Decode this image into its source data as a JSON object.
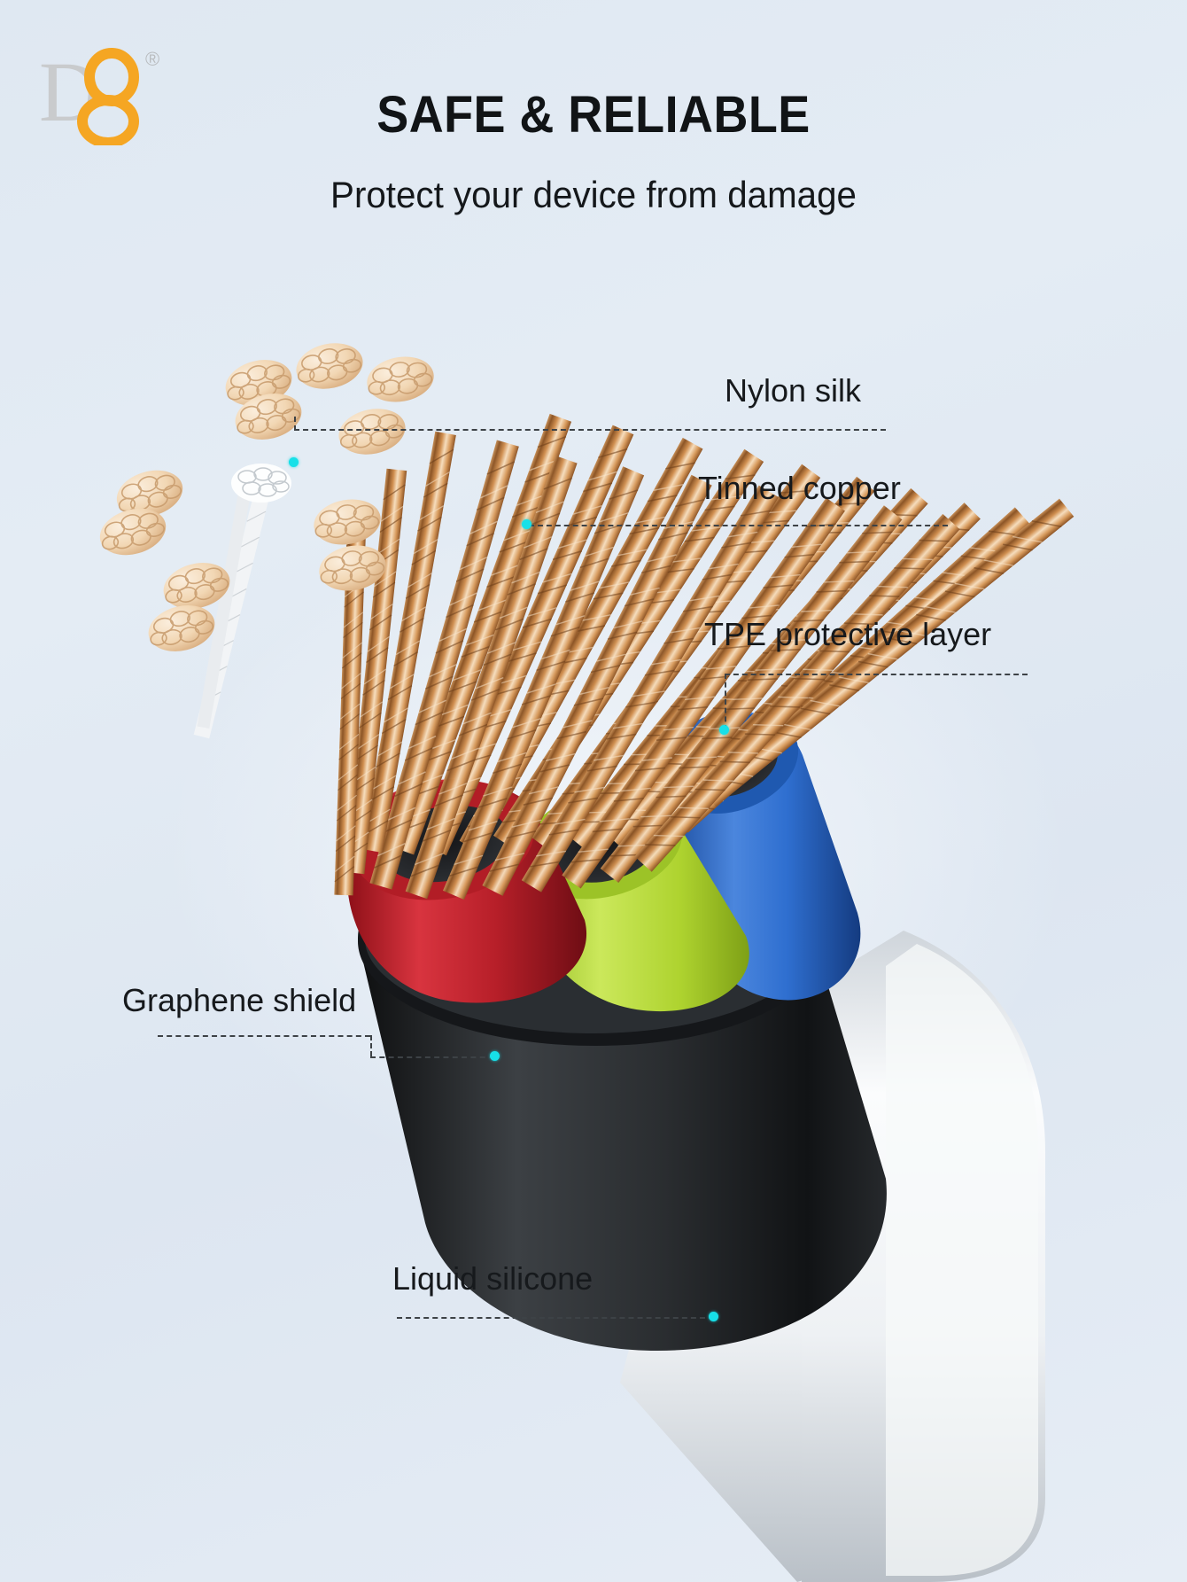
{
  "brand": {
    "name": "D8",
    "letter_d": "D",
    "digit_8": "8",
    "registered_mark": "®",
    "color_d": "#c9cbcd",
    "color_8": "#f5a623"
  },
  "header": {
    "title": "SAFE & RELIABLE",
    "subtitle": "Protect your device from damage"
  },
  "callouts": [
    {
      "id": "nylon-silk",
      "label": "Nylon silk",
      "side": "right",
      "dot_color": "#17e0e8"
    },
    {
      "id": "tinned-copper",
      "label": "Tinned copper",
      "side": "right",
      "dot_color": "#17e0e8"
    },
    {
      "id": "tpe-layer",
      "label": "TPE protective layer",
      "side": "right",
      "dot_color": "#17e0e8"
    },
    {
      "id": "graphene-shield",
      "label": "Graphene shield",
      "side": "left",
      "dot_color": "#17e0e8"
    },
    {
      "id": "liquid-silicone",
      "label": "Liquid silicone",
      "side": "bottom",
      "dot_color": "#17e0e8"
    }
  ],
  "product_image": {
    "subject": "usb-cable-cross-section",
    "layer_colors": {
      "copper_strand": "#c98a4b",
      "copper_strand_light": "#f2d3ae",
      "tinned_white": "#f4f6f8",
      "tpe_blue": "#2f6fd0",
      "inner_green": "#b6dc3c",
      "inner_red": "#c52530",
      "graphene_black": "#1d1f21",
      "silicone_white": "#f3f4f6"
    }
  },
  "background": {
    "base_color": "#e2eaf3",
    "highlight_color": "#f2f6fa"
  }
}
